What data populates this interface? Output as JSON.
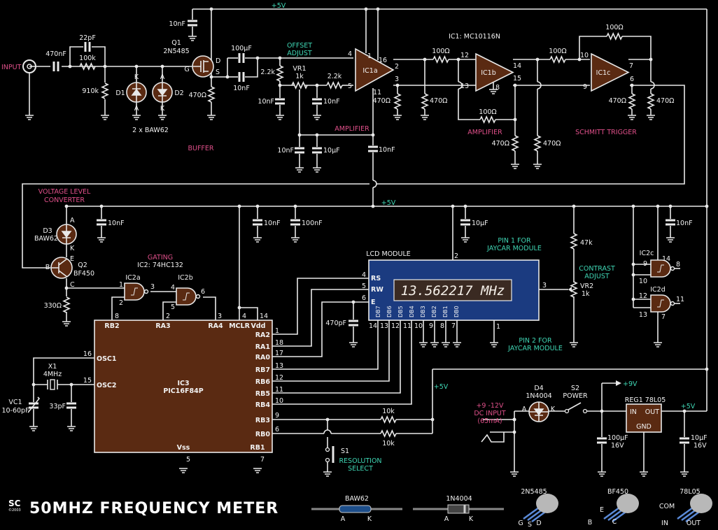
{
  "title": "50MHZ FREQUENCY METER",
  "logo": {
    "text": "SC",
    "year": "©2003"
  },
  "colors": {
    "background": "#000000",
    "wire": "#e8e8e8",
    "component": "#5a2a12",
    "section_label": "#e0508a",
    "note_label": "#3fd6b4",
    "lcd": "#1b3b80"
  },
  "lcd_display": "13.562217 MHz",
  "labels": {
    "input": "INPUT",
    "c470n": "470nF",
    "c22p": "22pF",
    "r100k": "100k",
    "r910k": "910k",
    "d1": "D1",
    "d2": "D2",
    "d1k": "K",
    "d1a": "A",
    "d2a": "A",
    "d2k": "K",
    "baw62x2": "2 x BAW62",
    "q1": "Q1",
    "q1type": "2N5485",
    "q1g": "G",
    "q1d": "D",
    "q1s": "S",
    "c10n_q1": "10nF",
    "r470_q1": "470Ω",
    "buffer": "BUFFER",
    "c100u": "100µF",
    "c10n_cpl": "10nF",
    "offset1": "OFFSET",
    "offset2": "ADJUST",
    "r22k_a": "2.2k",
    "vr1": "VR1",
    "vr1v": "1k",
    "r22k_b": "2.2k",
    "c10n_a": "10nF",
    "c10n_b": "10nF",
    "amp1": "AMPLIFIER",
    "c10n_c": "10nF",
    "c10u_a": "10µF",
    "ic1a": "IC1a",
    "ic1a_p4": "4",
    "ic1a_p5": "5",
    "ic1a_p1": "1",
    "ic1a_p16": "16",
    "ic1a_p2": "2",
    "ic1a_p3": "3",
    "ic1a_p11": "11",
    "c10n_d": "10nF",
    "ic1": "IC1: MC10116N",
    "r100_a": "100Ω",
    "r470_b": "470Ω",
    "r470_c": "470Ω",
    "ic1b": "IC1b",
    "ic1b_p12": "12",
    "ic1b_p13": "13",
    "ic1b_p8": "8",
    "ic1b_p14": "14",
    "ic1b_p15": "15",
    "r100_b": "100Ω",
    "amp2": "AMPLIFIER",
    "r470_d": "470Ω",
    "r470_e": "470Ω",
    "r100_c": "100Ω",
    "r100_d": "100Ω",
    "ic1c": "IC1c",
    "ic1c_p10": "10",
    "ic1c_p9": "9",
    "ic1c_p7": "7",
    "ic1c_p6": "6",
    "r470_f": "470Ω",
    "r470_g": "470Ω",
    "schmitt": "SCHMITT TRIGGER",
    "vlc1": "VOLTAGE LEVEL",
    "vlc2": "CONVERTER",
    "rail5v_a": "+5V",
    "rail5v_b": "+5V",
    "rail5v_c": "+5V",
    "rail5v_d": "+5V",
    "d3": "D3",
    "d3t": "BAW62",
    "d3a": "A",
    "d3k": "K",
    "q2e": "E",
    "q2b": "B",
    "q2c": "C",
    "q2": "Q2",
    "q2t": "BF450",
    "c10n_e": "10nF",
    "c10n_f": "10nF",
    "c100n": "100nF",
    "gating": "GATING",
    "ic2": "IC2: 74HC132",
    "r330": "330Ω",
    "ic2a": "IC2a",
    "ic2b": "IC2b",
    "ic2_p1": "1",
    "ic2_p2": "2",
    "ic2_p3": "3",
    "ic2_p4": "4",
    "ic2_p5": "5",
    "ic2_p6": "6",
    "ic3_p8": "8",
    "ic3_p2": "2",
    "ic3_p3": "3",
    "ic3_p4": "4",
    "ic3_p14": "14",
    "ic3_rb2": "RB2",
    "ic3_ra3": "RA3",
    "ic3_ra4": "RA4",
    "ic3_mclr": "MCLR",
    "ic3_vdd": "Vdd",
    "ic3_ra2": "RA2",
    "ic3_ra1": "RA1",
    "ic3_ra0": "RA0",
    "ic3_rb7": "RB7",
    "ic3_rb6": "RB6",
    "ic3_rb5": "RB5",
    "ic3_rb4": "RB4",
    "ic3_rb3": "RB3",
    "ic3_rb0": "RB0",
    "ic3_p1": "1",
    "ic3_p18": "18",
    "ic3_p17": "17",
    "ic3_p13": "13",
    "ic3_p12": "12",
    "ic3_p11": "11",
    "ic3_p10": "10",
    "ic3_p9": "9",
    "ic3_p6": "6",
    "ic3_osc1": "OSC1",
    "ic3_osc2": "OSC2",
    "ic3_p16": "16",
    "ic3_p15": "15",
    "ic3": "IC3",
    "ic3t": "PIC16F84P",
    "ic3_vss": "Vss",
    "ic3_rb1": "RB1",
    "ic3_p5": "5",
    "ic3_p7": "7",
    "x1": "X1",
    "x1f": "4MHz",
    "vc1": "VC1",
    "vc1v": "10-60pF",
    "c33p": "33pF",
    "c470p": "470pF",
    "lcd": "LCD MODULE",
    "lcd_rs": "RS",
    "lcd_rw": "RW",
    "lcd_e": "E",
    "lcd_p4": "4",
    "lcd_p5": "5",
    "lcd_p6": "6",
    "lcd_p2": "2",
    "lcd_p3": "3",
    "lcd_p1": "1",
    "lcd_p14": "14",
    "lcd_p13": "13",
    "lcd_p12": "12",
    "lcd_p11": "11",
    "lcd_p10": "10",
    "lcd_p9": "9",
    "lcd_p8": "8",
    "lcd_p7": "7",
    "pin1jay1": "PIN 1 FOR",
    "pin1jay2": "JAYCAR MODULE",
    "pin2jay1": "PIN 2 FOR",
    "pin2jay2": "JAYCAR MODULE",
    "c10u_b": "10µF",
    "r47k": "47k",
    "contrast1": "CONTRAST",
    "contrast2": "ADJUST",
    "vr2": "VR2",
    "vr2v": "1k",
    "c10n_g": "10nF",
    "ic2c": "IC2c",
    "ic2d": "IC2d",
    "ic2c_p14": "14",
    "ic2c_p9": "9",
    "ic2c_p10": "10",
    "ic2c_p8": "8",
    "ic2d_p12": "12",
    "ic2d_p13": "13",
    "ic2d_p11": "11",
    "ic2d_p7": "7",
    "r10k_a": "10k",
    "r10k_b": "10k",
    "s1": "S1",
    "res1": "RESOLUTION",
    "res2": "SELECT",
    "dc1": "+9 -12V",
    "dc2": "DC INPUT",
    "dc3": "(65mA)",
    "d4": "D4",
    "d4t": "1N4004",
    "d4a": "A",
    "d4k": "K",
    "s2": "S2",
    "s2t": "POWER",
    "v9": "+9V",
    "reg": "REG1 78L05",
    "reg_in": "IN",
    "reg_out": "OUT",
    "reg_gnd": "GND",
    "c100u_b": "100µF",
    "c100u_bv": "16V",
    "c10u_c": "10µF",
    "c10u_cv": "16V",
    "pk_baw62": "BAW62",
    "pk_baw62_a": "A",
    "pk_baw62_k": "K",
    "pk_1n4004": "1N4004",
    "pk_1n4004_a": "A",
    "pk_1n4004_k": "K",
    "pk_2n5485": "2N5485",
    "pk_2n5485_g": "G",
    "pk_2n5485_s": "S",
    "pk_2n5485_d": "D",
    "pk_bf450": "BF450",
    "pk_bf450_e": "E",
    "pk_bf450_b": "B",
    "pk_bf450_c": "C",
    "pk_78l05": "78L05",
    "pk_78l05_com": "COM",
    "pk_78l05_in": "IN",
    "pk_78l05_out": "OUT"
  },
  "lcd_data_pins": [
    "DB7",
    "DB6",
    "DB5",
    "DB4",
    "DB3",
    "DB2",
    "DB1",
    "DB0"
  ]
}
